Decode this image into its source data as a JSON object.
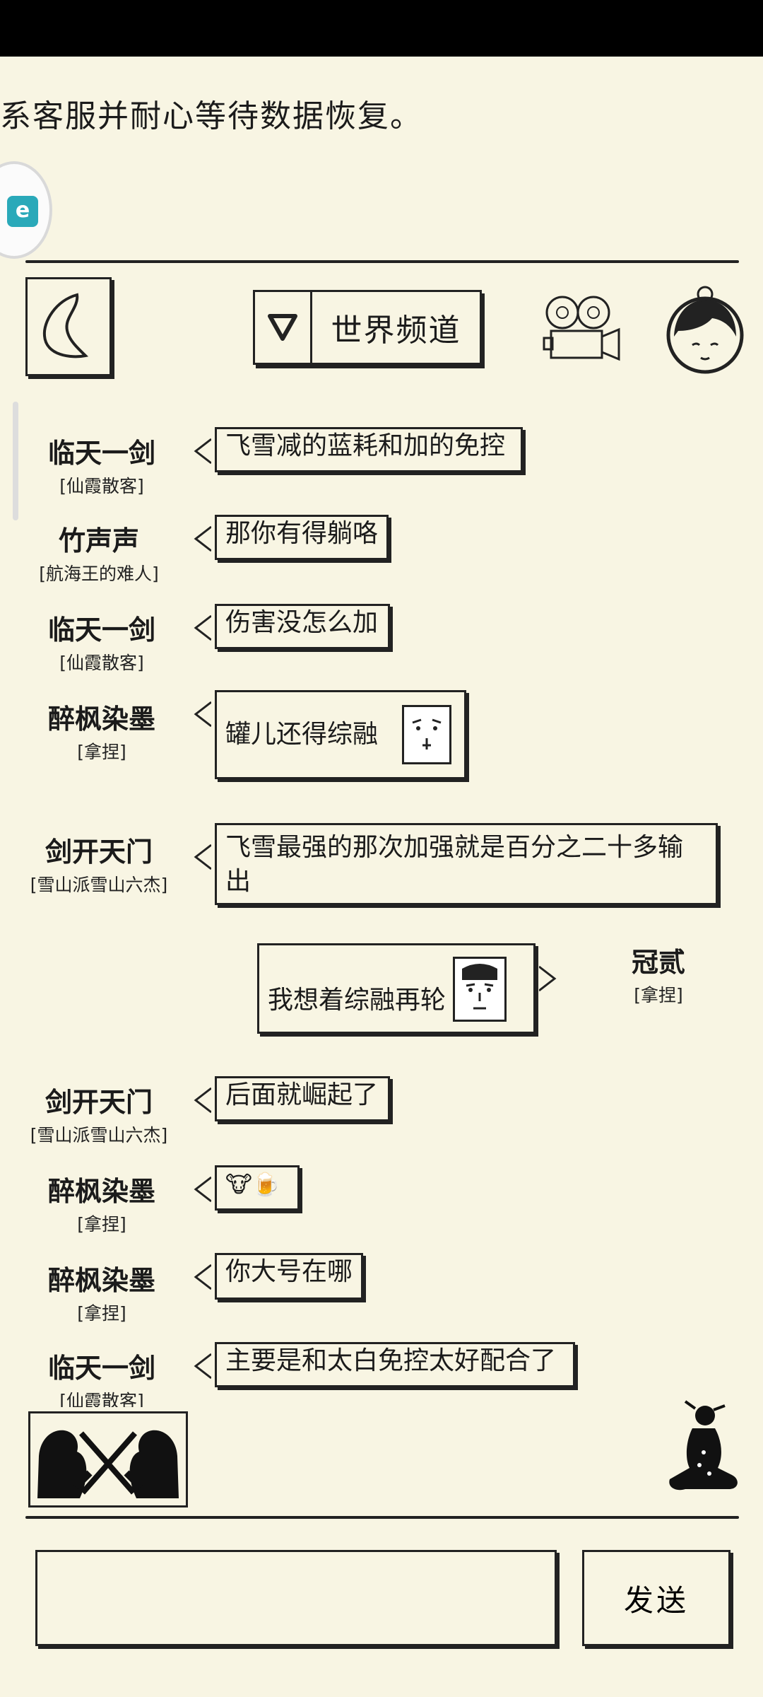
{
  "notice": {
    "text": "系客服并耐心等待数据恢复。"
  },
  "header": {
    "channel_label": "世界频道"
  },
  "messages": [
    {
      "name": "临天一剑",
      "title": "[仙霞散客]",
      "text": "飞雪减的蓝耗和加的免控"
    },
    {
      "name": "竹声声",
      "title": "[航海王的难人]",
      "text": "那你有得躺咯"
    },
    {
      "name": "临天一剑",
      "title": "[仙霞散客]",
      "text": "伤害没怎么加"
    },
    {
      "name": "醉枫染墨",
      "title": "[拿捏]",
      "text": "罐儿还得综融"
    },
    {
      "name": "剑开天门",
      "title": "[雪山派雪山六杰]",
      "text_line1": "飞雪最强的那次加强就是百分之二十多输",
      "text_line2": "出"
    },
    {
      "name": "冠贰",
      "title": "[拿捏]",
      "text": "我想着综融再轮"
    },
    {
      "name": "剑开天门",
      "title": "[雪山派雪山六杰]",
      "text": "后面就崛起了"
    },
    {
      "name": "醉枫染墨",
      "title": "[拿捏]",
      "text": "🐮🍺"
    },
    {
      "name": "醉枫染墨",
      "title": "[拿捏]",
      "text": "你大号在哪"
    },
    {
      "name": "临天一剑",
      "title": "[仙霞散客]",
      "text": "主要是和太白免控太好配合了"
    }
  ],
  "composer": {
    "input_value": "",
    "send_label": "发送"
  }
}
